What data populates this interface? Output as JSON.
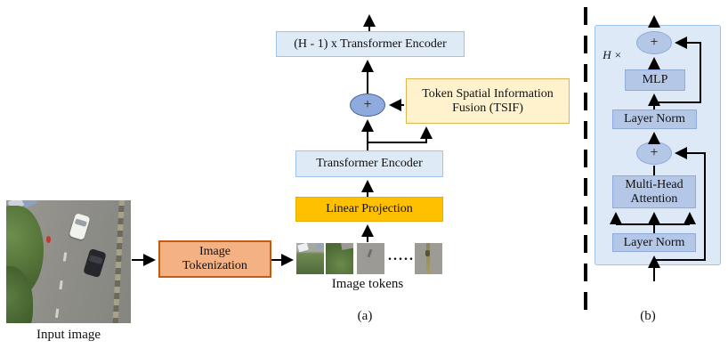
{
  "panel_a": {
    "caption": "(a)",
    "input_image_label": "Input image",
    "image_tokenization": {
      "line1": "Image",
      "line2": "Tokenization"
    },
    "image_tokens_label": "Image tokens",
    "ellipsis_dots": ".....",
    "linear_projection_label": "Linear Projection",
    "transformer_encoder_label": "Transformer Encoder",
    "plus_label": "+",
    "tsif": {
      "line1": "Token Spatial Information",
      "line2": "Fusion (TSIF)"
    },
    "stacked_encoder_label": "(H - 1) x Transformer Encoder"
  },
  "panel_b": {
    "caption": "(b)",
    "repeat_label": "H ×",
    "plus_top_label": "+",
    "mlp_label": "MLP",
    "layer_norm_top_label": "Layer Norm",
    "plus_mid_label": "+",
    "multi_head_attention": {
      "line1": "Multi-Head",
      "line2": "Attention"
    },
    "layer_norm_bottom_label": "Layer Norm"
  },
  "colors": {
    "encoder_box_fill": "#deebf7",
    "encoder_box_border": "#9dc3e6",
    "inner_box_fill": "#b4c7e7",
    "inner_box_border": "#8faadc",
    "panel_b_fill": "#dde9f6",
    "tsif_fill": "#fff2cc",
    "tsif_border": "#d9b64e",
    "linear_projection_fill": "#ffc000",
    "tokenization_fill": "#f4b183",
    "tokenization_border": "#c55a11",
    "plus_ellipse_a_fill": "#8faadc",
    "line_color": "#000000"
  }
}
